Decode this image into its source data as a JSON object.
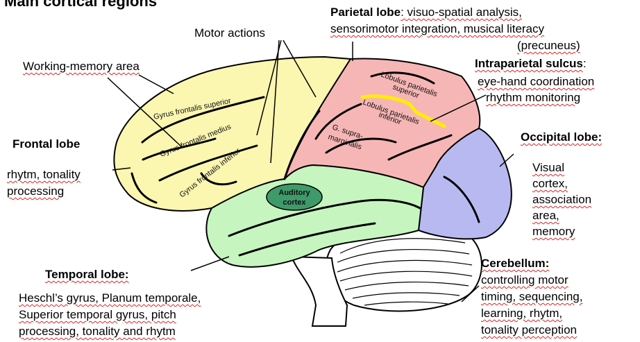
{
  "title": "Main cortical regions",
  "colors": {
    "frontal": "#fbf6b0",
    "parietal": "#f7b6b6",
    "occipital": "#b9b9f2",
    "temporal": "#c6f5bf",
    "auditory": "#3f9a6a",
    "precuneus_mark": "#ffee00",
    "cerebellum": "#ffffff"
  },
  "labels": {
    "motor_actions": "Motor actions",
    "working_memory": "Working-memory area",
    "parietal_lobe": "Parietal lobe",
    "parietal_desc_1": ": visuo-spatial analysis,",
    "parietal_desc_2": "sensorimotor integration, musical literacy",
    "parietal_desc_3": "(precuneus)",
    "intraparietal": "Intraparietal sulcus",
    "intraparietal_colon": ":",
    "intraparietal_desc_1": "eye-hand coordination",
    "intraparietal_desc_2": "rhythm monitoring",
    "frontal_lobe": "Frontal lobe",
    "frontal_desc_1": "rhytm, tonality",
    "frontal_desc_2": "processing",
    "occipital_lobe": "Occipital lobe:",
    "occipital_desc": [
      "Visual",
      "cortex,",
      "association",
      "area,",
      "memory"
    ],
    "temporal_lobe": "Temporal lobe:",
    "temporal_desc": [
      "Heschl’s gyrus, Planum temporale,",
      "Superior temporal gyrus, pitch",
      "processing, tonality and rhytm"
    ],
    "cerebellum": "Cerebellum:",
    "cerebellum_desc": [
      "controlling motor",
      "timing, sequencing,",
      "learning, rhytm,",
      "tonality perception"
    ]
  },
  "brain_labels": {
    "gyrus_superior": "Gyrus frontalis superior",
    "gyrus_medius": "Gyrus frontalis medius",
    "gyrus_inferior": "Gyrus frontalis inferior",
    "lob_sup_1": "Lobulus parietalis",
    "lob_sup_2": "superior",
    "lob_inf_1": "Lobulus parietalis",
    "lob_inf_2": "inferior",
    "supra_1": "G. supra-",
    "supra_2": "marginalis",
    "auditory_1": "Auditory",
    "auditory_2": "cortex"
  }
}
